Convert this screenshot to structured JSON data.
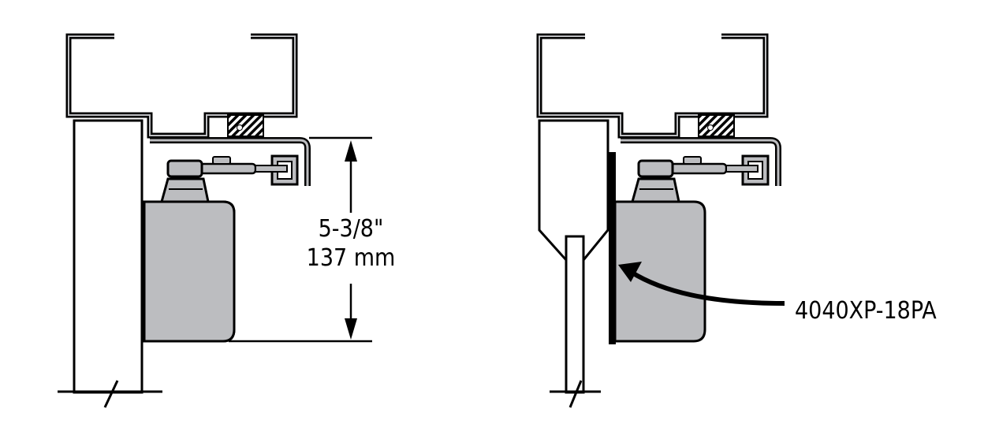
{
  "left_view": {
    "dimension_imperial": "5-3/8\"",
    "dimension_metric": "137 mm"
  },
  "right_view": {
    "part_label": "4040XP-18PA"
  },
  "colors": {
    "closer_body": "#bcbdc0",
    "outline": "#000000",
    "plate": "#000000"
  }
}
